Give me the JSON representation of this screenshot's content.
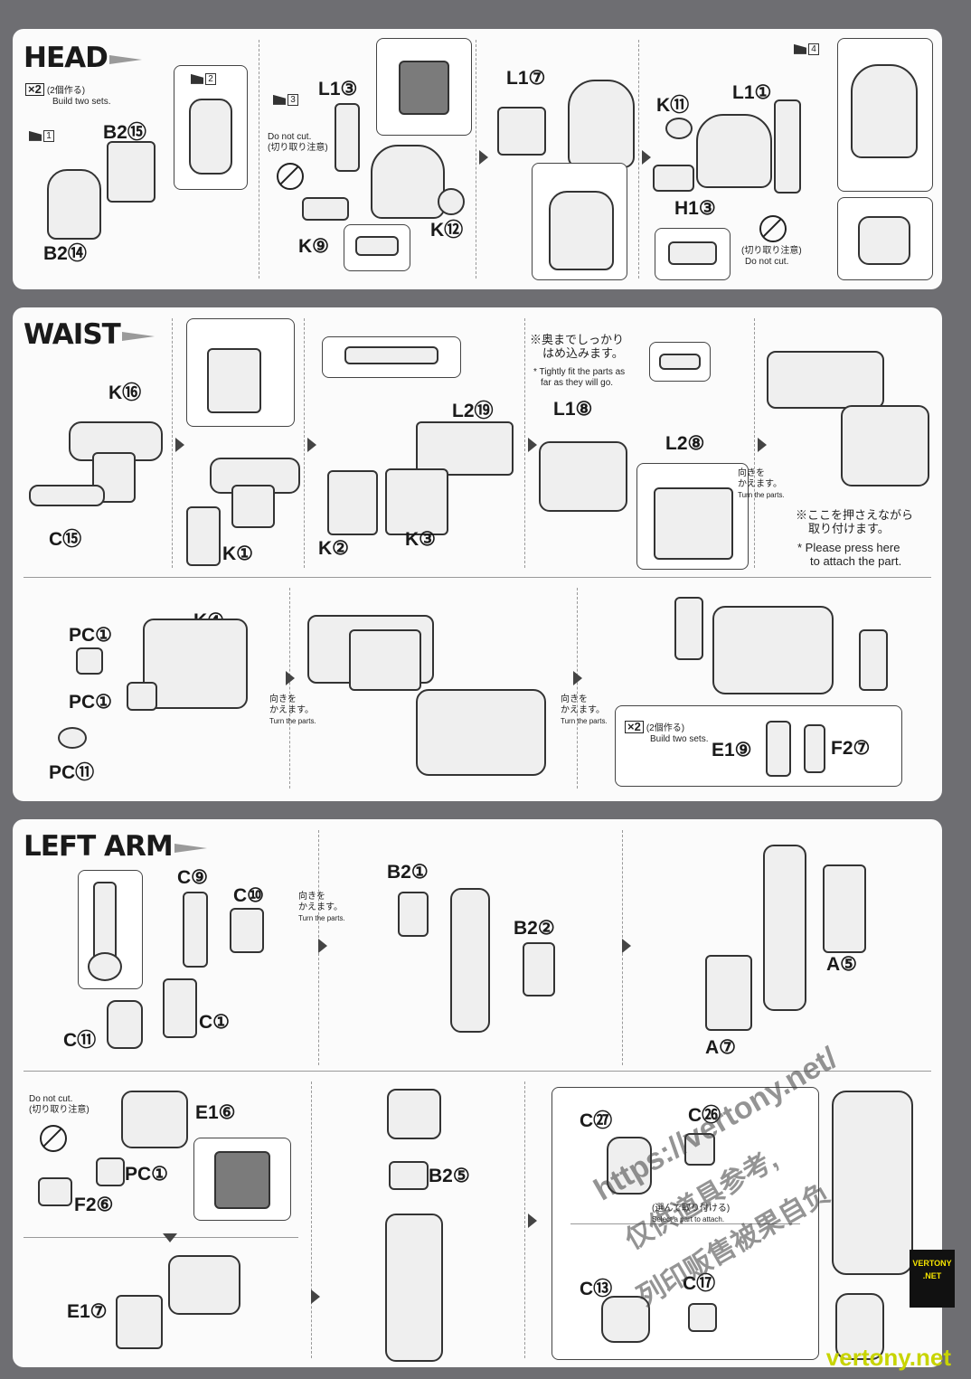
{
  "sections": {
    "head": {
      "title": "HEAD",
      "build_two": "(2個作る)",
      "build_two_en": "Build two sets.",
      "x2": "×2",
      "labels": [
        "B2⑮",
        "B2⑭",
        "L1③",
        "K⑨",
        "K⑫",
        "L1⑦",
        "K⑪",
        "L1①",
        "H1③"
      ],
      "do_not_cut": "Do not cut.",
      "do_not_cut_jp": "(切り取り注意)",
      "do_not_cut_jp2": "(切り取り注意)",
      "do_not_cut_en2": "Do not cut.",
      "tags": [
        "1",
        "2",
        "3",
        "4"
      ]
    },
    "waist": {
      "title": "WAIST",
      "labels": [
        "K⑯",
        "C⑮",
        "K①",
        "L2⑲",
        "K②",
        "K③",
        "L1⑧",
        "L2⑧",
        "K④",
        "PC①",
        "PC①",
        "PC⑪",
        "E1⑨",
        "F2⑦"
      ],
      "fit_jp": "※奥までしっかり",
      "fit_jp2": "はめ込みます。",
      "fit_en": "* Tightly fit the parts as",
      "fit_en2": "far as they will go.",
      "turn_jp": "向きを",
      "turn_jp2": "かえます。",
      "turn_en": "Turn the parts.",
      "press_jp": "※ここを押さえながら",
      "press_jp2": "取り付けます。",
      "press_en": "* Please press here",
      "press_en2": "to attach the part.",
      "build_two": "(2個作る)",
      "build_two_en": "Build two sets.",
      "x2": "×2"
    },
    "left_arm": {
      "title": "LEFT ARM",
      "labels": [
        "C⑨",
        "C⑩",
        "C⑪",
        "C①",
        "B2①",
        "B2②",
        "A⑤",
        "A⑦",
        "E1⑥",
        "PC①",
        "F2⑥",
        "E1⑦",
        "B2⑤",
        "C㉗",
        "C㉖",
        "C⑬",
        "C⑰"
      ],
      "turn_jp": "向きを",
      "turn_jp2": "かえます。",
      "turn_en": "Turn the parts.",
      "do_not_cut": "Do not cut.",
      "do_not_cut_jp": "(切り取り注意)",
      "select_jp": "(選んで取り付ける)",
      "select_en": "Select a part to attach."
    }
  },
  "watermark": {
    "url": "https://vertony.net/",
    "jp1": "仅供道具参考,",
    "jp2": "列印贩售被果自负",
    "logo": "VERTONY .NET",
    "brand": "vertony.net"
  }
}
